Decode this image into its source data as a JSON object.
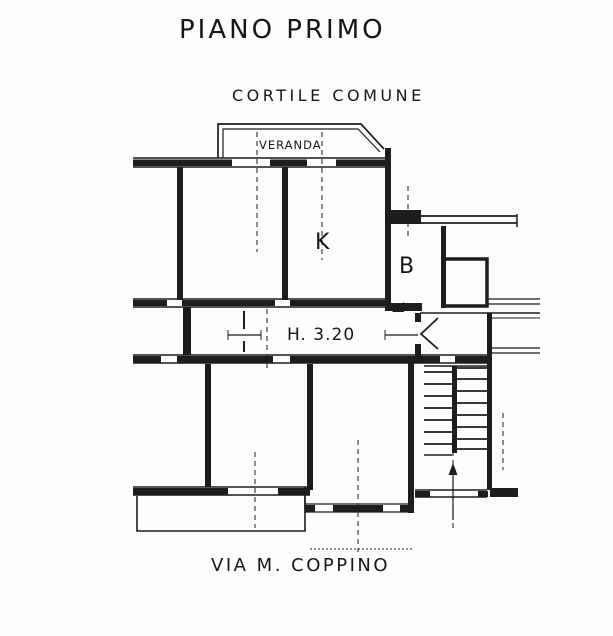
{
  "colors": {
    "ink": "#1d1d1d",
    "paper": "#fdfdfc"
  },
  "labels": {
    "floor_title": "PIANO PRIMO",
    "courtyard": "CORTILE COMUNE",
    "veranda": "VERANDA",
    "kitchen": "K",
    "bathroom": "B",
    "ceiling_height": "H. 3.20",
    "street": "VIA M. COPPINO"
  }
}
